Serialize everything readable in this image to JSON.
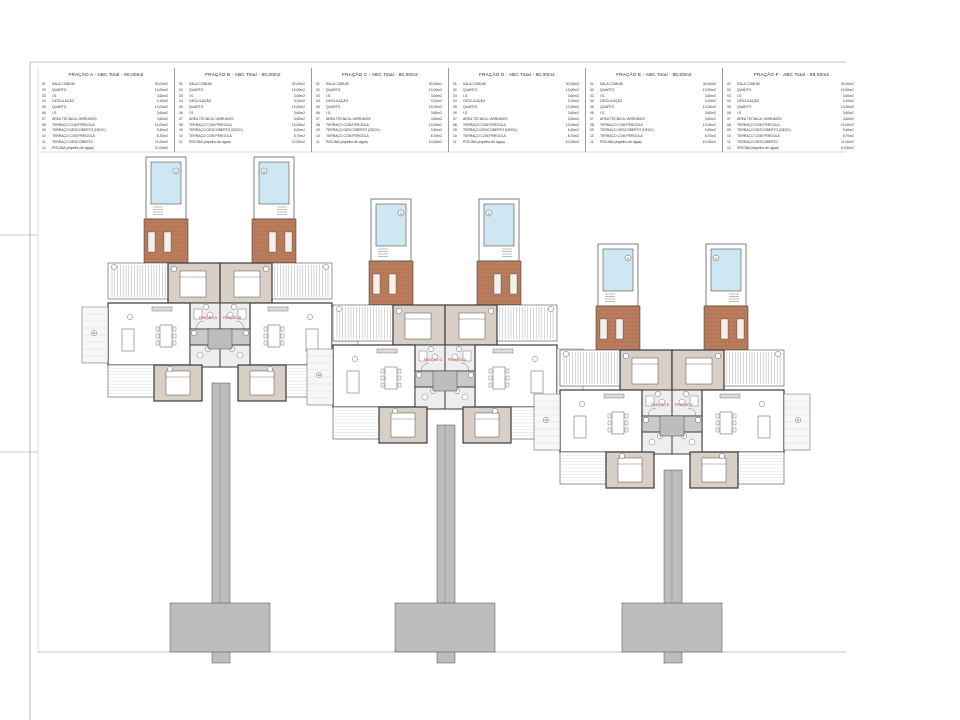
{
  "legends": [
    {
      "title": "FRAÇÃO A - ABC Total - 80,00m2",
      "rows": [
        [
          "01",
          "SALA COMUM",
          "30,00m2"
        ],
        [
          "02",
          "QUARTO",
          "13,00m2"
        ],
        [
          "03",
          "I.S.",
          "3,60m2"
        ],
        [
          "04",
          "CIRCULAÇÃO",
          "3,10m2"
        ],
        [
          "05",
          "QUARTO",
          "13,00m2"
        ],
        [
          "06",
          "I.S.",
          "3,60m2"
        ],
        [
          "07",
          "ÁREA TÉCNICA / ARRUMOS",
          "3,60m2"
        ],
        [
          "08",
          "TERRAÇO COM PÉRGOLA",
          "13,00m2"
        ],
        [
          "09",
          "TERRAÇO DESCOBERTO (DECK)",
          "9,40m2"
        ],
        [
          "10",
          "TERRAÇO COM PÉRGOLA",
          "8,70m2"
        ],
        [
          "11",
          "TERRAÇO DESCOBERTO",
          "11,00m2"
        ],
        [
          "12",
          "PISCINA (espelho de água)",
          "10,00m2"
        ]
      ]
    },
    {
      "title": "FRAÇÃO B - ABC Total - 80,00m2",
      "rows": [
        [
          "01",
          "SALA COMUM",
          "30,00m2"
        ],
        [
          "02",
          "QUARTO",
          "13,00m2"
        ],
        [
          "03",
          "I.S.",
          "3,60m2"
        ],
        [
          "04",
          "CIRCULAÇÃO",
          "3,10m2"
        ],
        [
          "05",
          "QUARTO",
          "13,00m2"
        ],
        [
          "06",
          "I.S.",
          "3,60m2"
        ],
        [
          "07",
          "ÁREA TÉCNICA / ARRUMOS",
          "3,60m2"
        ],
        [
          "08",
          "TERRAÇO COM PÉRGOLA",
          "13,00m2"
        ],
        [
          "09",
          "TERRAÇO DESCOBERTO (DECK)",
          "9,40m2"
        ],
        [
          "10",
          "TERRAÇO COM PÉRGOLA",
          "8,70m2"
        ],
        [
          "11",
          "PISCINA (espelho de água)",
          "10,00m2"
        ]
      ]
    },
    {
      "title": "FRAÇÃO C - ABC Total - 80,00m2",
      "rows": [
        [
          "01",
          "SALA COMUM",
          "30,00m2"
        ],
        [
          "02",
          "QUARTO",
          "13,00m2"
        ],
        [
          "03",
          "I.S.",
          "3,60m2"
        ],
        [
          "04",
          "CIRCULAÇÃO",
          "3,10m2"
        ],
        [
          "05",
          "QUARTO",
          "13,00m2"
        ],
        [
          "06",
          "I.S.",
          "3,60m2"
        ],
        [
          "07",
          "ÁREA TÉCNICA / ARRUMOS",
          "3,60m2"
        ],
        [
          "08",
          "TERRAÇO COM PÉRGOLA",
          "13,00m2"
        ],
        [
          "09",
          "TERRAÇO DESCOBERTO (DECK)",
          "9,40m2"
        ],
        [
          "10",
          "TERRAÇO COM PÉRGOLA",
          "8,70m2"
        ],
        [
          "11",
          "PISCINA (espelho de água)",
          "10,00m2"
        ]
      ]
    },
    {
      "title": "FRAÇÃO D - ABC Total - 80,00m2",
      "rows": [
        [
          "01",
          "SALA COMUM",
          "30,00m2"
        ],
        [
          "02",
          "QUARTO",
          "13,00m2"
        ],
        [
          "03",
          "I.S.",
          "3,60m2"
        ],
        [
          "04",
          "CIRCULAÇÃO",
          "3,10m2"
        ],
        [
          "05",
          "QUARTO",
          "13,00m2"
        ],
        [
          "06",
          "I.S.",
          "3,60m2"
        ],
        [
          "07",
          "ÁREA TÉCNICA / ARRUMOS",
          "3,60m2"
        ],
        [
          "08",
          "TERRAÇO COM PÉRGOLA",
          "13,00m2"
        ],
        [
          "09",
          "TERRAÇO DESCOBERTO (DECK)",
          "9,40m2"
        ],
        [
          "10",
          "TERRAÇO COM PÉRGOLA",
          "8,70m2"
        ],
        [
          "11",
          "PISCINA (espelho de água)",
          "10,00m2"
        ]
      ]
    },
    {
      "title": "FRAÇÃO E - ABC Total - 80,00m2",
      "rows": [
        [
          "01",
          "SALA COMUM",
          "30,00m2"
        ],
        [
          "02",
          "QUARTO",
          "13,00m2"
        ],
        [
          "03",
          "I.S.",
          "3,60m2"
        ],
        [
          "04",
          "CIRCULAÇÃO",
          "3,10m2"
        ],
        [
          "05",
          "QUARTO",
          "13,00m2"
        ],
        [
          "06",
          "I.S.",
          "3,60m2"
        ],
        [
          "07",
          "ÁREA TÉCNICA / ARRUMOS",
          "3,60m2"
        ],
        [
          "08",
          "TERRAÇO COM PÉRGOLA",
          "13,00m2"
        ],
        [
          "09",
          "TERRAÇO DESCOBERTO (DECK)",
          "9,40m2"
        ],
        [
          "10",
          "TERRAÇO COM PÉRGOLA",
          "8,70m2"
        ],
        [
          "11",
          "PISCINA (espelho de água)",
          "10,00m2"
        ]
      ]
    },
    {
      "title": "FRAÇÃO F - ABC Total - 80,00m2",
      "rows": [
        [
          "01",
          "SALA COMUM",
          "30,00m2"
        ],
        [
          "02",
          "QUARTO",
          "13,00m2"
        ],
        [
          "03",
          "I.S.",
          "3,60m2"
        ],
        [
          "04",
          "CIRCULAÇÃO",
          "3,10m2"
        ],
        [
          "05",
          "QUARTO",
          "13,00m2"
        ],
        [
          "06",
          "I.S.",
          "3,60m2"
        ],
        [
          "07",
          "ÁREA TÉCNICA / ARRUMOS",
          "3,60m2"
        ],
        [
          "08",
          "TERRAÇO COM PÉRGOLA",
          "13,00m2"
        ],
        [
          "09",
          "TERRAÇO DESCOBERTO (DECK)",
          "9,40m2"
        ],
        [
          "10",
          "TERRAÇO COM PÉRGOLA",
          "8,70m2"
        ],
        [
          "11",
          "TERRAÇO DESCOBERTO",
          "11,00m2"
        ],
        [
          "12",
          "PISCINA (espelho de água)",
          "10,00m2"
        ]
      ]
    }
  ],
  "units": [
    {
      "tag": "FRAÇÃO A",
      "pool_no": "12",
      "terrace_no": "11"
    },
    {
      "tag": "FRAÇÃO B",
      "pool_no": "11",
      "terrace_no": "10"
    },
    {
      "tag": "FRAÇÃO C",
      "pool_no": "11",
      "terrace_no": "10"
    },
    {
      "tag": "FRAÇÃO D",
      "pool_no": "11",
      "terrace_no": "10"
    },
    {
      "tag": "FRAÇÃO E",
      "pool_no": "11",
      "terrace_no": "10"
    },
    {
      "tag": "FRAÇÃO F",
      "pool_no": "12",
      "terrace_no": "11"
    }
  ],
  "room_numbers": [
    "01",
    "02",
    "03",
    "04",
    "05",
    "06",
    "07",
    "08",
    "09",
    "10"
  ],
  "colors": {
    "line": "#2a2a2a",
    "wall": "#3a3a3a",
    "pool": "#cfe7f2",
    "deck": "#b97c5c",
    "path": "#bdbdbd",
    "floor_tile": "#d8d0c6",
    "tag": "#c0392b"
  }
}
